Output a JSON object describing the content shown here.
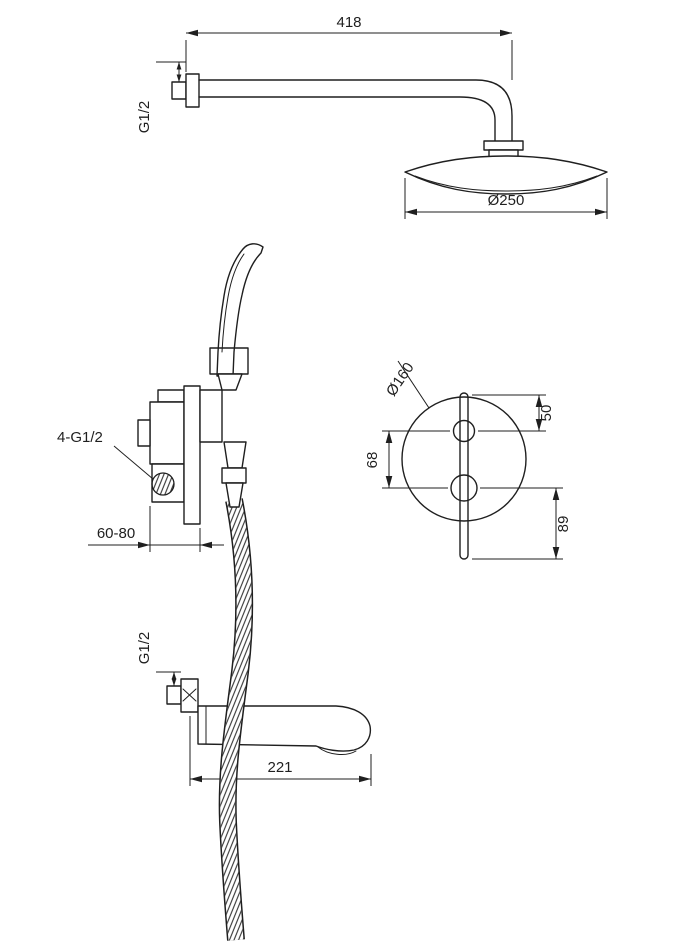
{
  "drawing": {
    "colors": {
      "background": "#ffffff",
      "line_color": "#1f1f1f"
    },
    "labels": {
      "arm_length": "418",
      "arm_thread": "G1/2",
      "head_diameter": "Ø250",
      "valve_connections": "4-G1/2",
      "mounting_depth": "60-80",
      "plate_diameter": "Ø160",
      "handle_top_offset": "50",
      "handle_spacing": "68",
      "handle_bottom_offset": "89",
      "spout_thread": "G1/2",
      "spout_length": "221"
    }
  }
}
